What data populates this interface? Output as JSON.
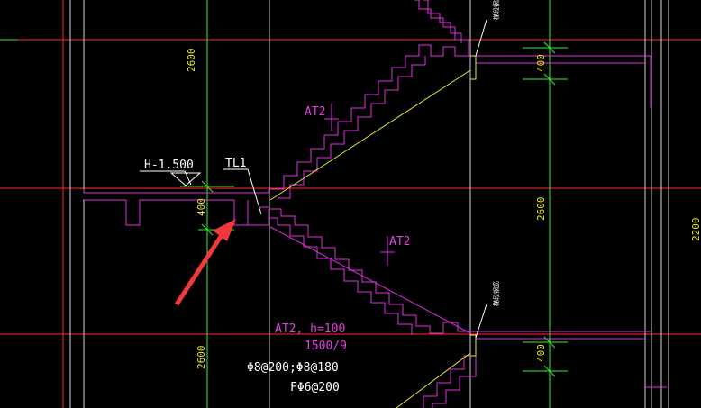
{
  "colors": {
    "background": "#000000",
    "axis_red": "#ff2a2a",
    "dim_green": "#33ee33",
    "stair_magenta": "#e030e0",
    "stair_yellow": "#e8e830",
    "text_white": "#ffffff",
    "text_magenta": "#e040e0",
    "text_yellow": "#e8e820",
    "arrow_red": "#f03a3a"
  },
  "labels": {
    "elevation": "H-1.500",
    "beam": "TL1",
    "stair_upper": "AT2",
    "stair_lower": "AT2",
    "spec_line1": "AT2, h=100",
    "spec_line2": "1500/9",
    "spec_line3": "Φ8@200;Φ8@180",
    "spec_line4": "FΦ6@200",
    "dim_2600_top_left": "2600",
    "dim_400_left": "400",
    "dim_2600_bottom_left": "2600",
    "dim_400_right_top": "400",
    "dim_2600_right": "2600",
    "dim_400_right_bottom": "400",
    "dim_2200_far_right": "2200",
    "rebar_note_top": "梯段钢筋",
    "rebar_note_bottom": "梯段钢筋"
  }
}
